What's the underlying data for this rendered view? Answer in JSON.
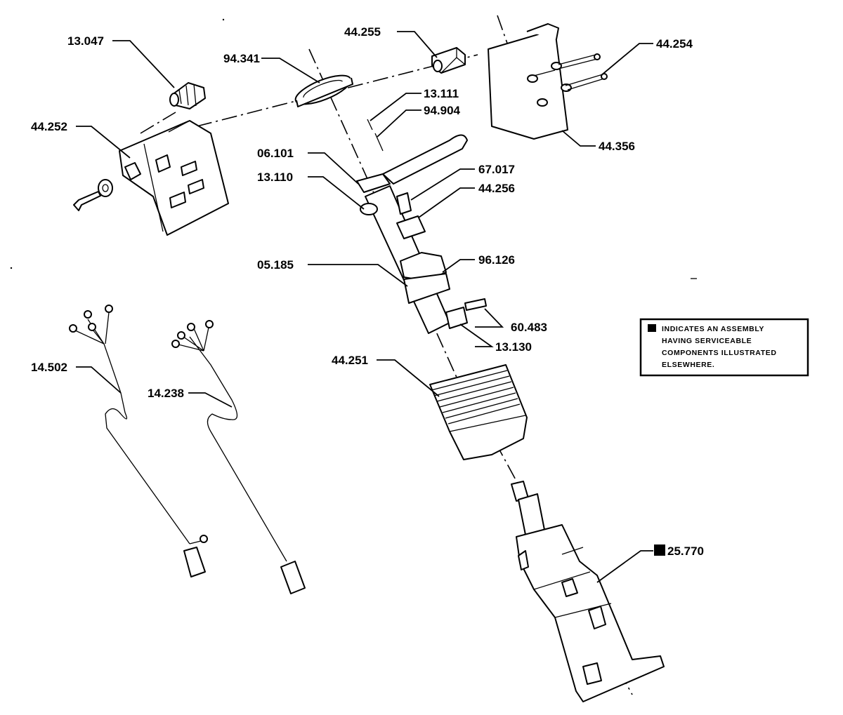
{
  "parts": [
    {
      "id": "13.047"
    },
    {
      "id": "94.341"
    },
    {
      "id": "44.255"
    },
    {
      "id": "44.254"
    },
    {
      "id": "44.252"
    },
    {
      "id": "13.111"
    },
    {
      "id": "94.904"
    },
    {
      "id": "44.356"
    },
    {
      "id": "06.101"
    },
    {
      "id": "67.017"
    },
    {
      "id": "13.110"
    },
    {
      "id": "44.256"
    },
    {
      "id": "05.185"
    },
    {
      "id": "96.126"
    },
    {
      "id": "60.483"
    },
    {
      "id": "13.130"
    },
    {
      "id": "44.251"
    },
    {
      "id": "14.502"
    },
    {
      "id": "14.238"
    },
    {
      "id": "25.770"
    }
  ],
  "legend": {
    "lines": [
      "INDICATES AN ASSEMBLY",
      "HAVING SERVICEABLE",
      "COMPONENTS ILLUSTRATED",
      "ELSEWHERE."
    ]
  },
  "colors": {
    "ink": "#000000",
    "paper": "#ffffff"
  }
}
